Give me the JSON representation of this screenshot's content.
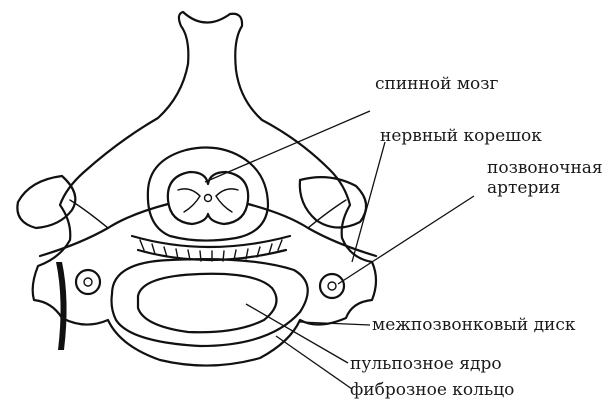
{
  "labels": {
    "spinal_cord": "спинной мозг",
    "nerve_root": "нервный корешок",
    "vertebral_artery": "позвоночная\nартерия",
    "intervertebral_disc": "межпозвонковый диск",
    "nucleus_pulposus": "пульпозное ядро",
    "annulus_fibrosus": "фиброзное кольцо"
  }
}
